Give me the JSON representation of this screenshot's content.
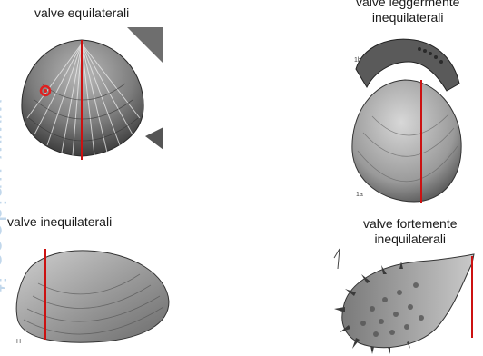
{
  "labels": {
    "top_left": "valve equilaterali",
    "top_right_line1": "valve leggermente",
    "top_right_line2": "inequilaterali",
    "bottom_left": "valve inequilaterali",
    "bottom_right_line1": "valve fortemente",
    "bottom_right_line2": "inequilaterali"
  },
  "figure_marks": {
    "fig_1b": "1b",
    "fig_1a": "1a",
    "fig_h": "H"
  },
  "watermark": {
    "text": "www.unidocs.it"
  },
  "colors": {
    "axis_line": "#cc1111",
    "highlight_dot": "#e02020",
    "watermark": "#8fb8dc"
  }
}
